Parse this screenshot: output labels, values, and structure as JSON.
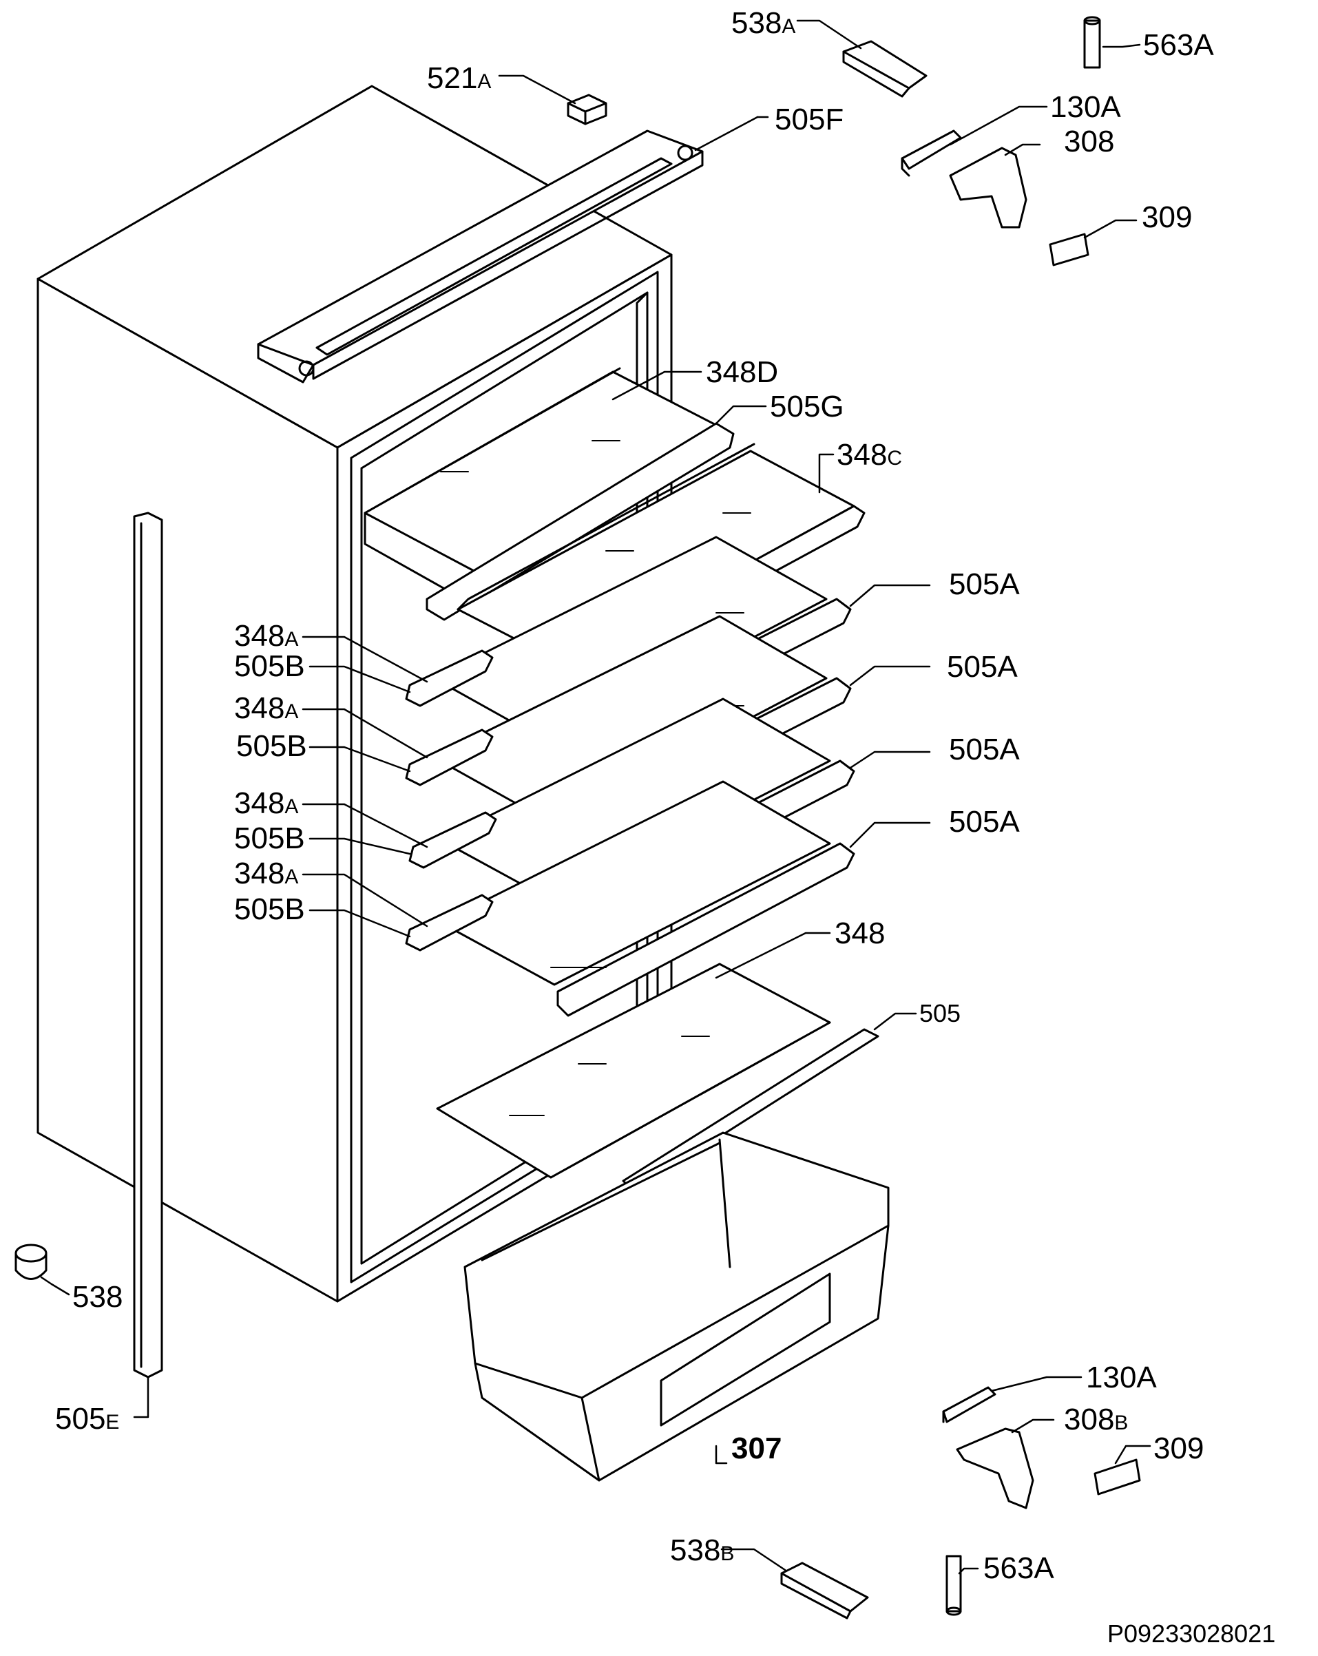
{
  "diagram": {
    "reference_code": "P09233028021",
    "callouts": [
      {
        "id": "c-538a",
        "text": "538",
        "suffix": "A"
      },
      {
        "id": "c-563a-top",
        "text": "563A",
        "suffix": ""
      },
      {
        "id": "c-521a",
        "text": "521",
        "suffix": "A"
      },
      {
        "id": "c-505f",
        "text": "505F",
        "suffix": ""
      },
      {
        "id": "c-130a-top",
        "text": "130A",
        "suffix": ""
      },
      {
        "id": "c-308",
        "text": "308",
        "suffix": ""
      },
      {
        "id": "c-309-top",
        "text": "309",
        "suffix": ""
      },
      {
        "id": "c-348d",
        "text": "348D",
        "suffix": ""
      },
      {
        "id": "c-505g",
        "text": "505G",
        "suffix": ""
      },
      {
        "id": "c-348c",
        "text": "348",
        "suffix": "C"
      },
      {
        "id": "c-505a-1",
        "text": "505A",
        "suffix": ""
      },
      {
        "id": "c-348a-1",
        "text": "348",
        "suffix": "A"
      },
      {
        "id": "c-505b-1",
        "text": "505B",
        "suffix": ""
      },
      {
        "id": "c-505a-2",
        "text": "505A",
        "suffix": ""
      },
      {
        "id": "c-348a-2",
        "text": "348",
        "suffix": "A"
      },
      {
        "id": "c-505b-2",
        "text": "505B",
        "suffix": ""
      },
      {
        "id": "c-505a-3",
        "text": "505A",
        "suffix": ""
      },
      {
        "id": "c-348a-3",
        "text": "348",
        "suffix": "A"
      },
      {
        "id": "c-505b-3",
        "text": "505B",
        "suffix": ""
      },
      {
        "id": "c-505a-4",
        "text": "505A",
        "suffix": ""
      },
      {
        "id": "c-348a-4",
        "text": "348",
        "suffix": "A"
      },
      {
        "id": "c-505b-4",
        "text": "505B",
        "suffix": ""
      },
      {
        "id": "c-348",
        "text": "348",
        "suffix": ""
      },
      {
        "id": "c-505",
        "text": "505",
        "suffix": ""
      },
      {
        "id": "c-538",
        "text": "538",
        "suffix": ""
      },
      {
        "id": "c-505e",
        "text": "505",
        "suffix": "E"
      },
      {
        "id": "c-307",
        "text": "307",
        "suffix": ""
      },
      {
        "id": "c-130a-bot",
        "text": "130A",
        "suffix": ""
      },
      {
        "id": "c-308b",
        "text": "308",
        "suffix": "B"
      },
      {
        "id": "c-309-bot",
        "text": "309",
        "suffix": ""
      },
      {
        "id": "c-538b",
        "text": "538",
        "suffix": "B"
      },
      {
        "id": "c-563a-bot",
        "text": "563A",
        "suffix": ""
      }
    ]
  }
}
